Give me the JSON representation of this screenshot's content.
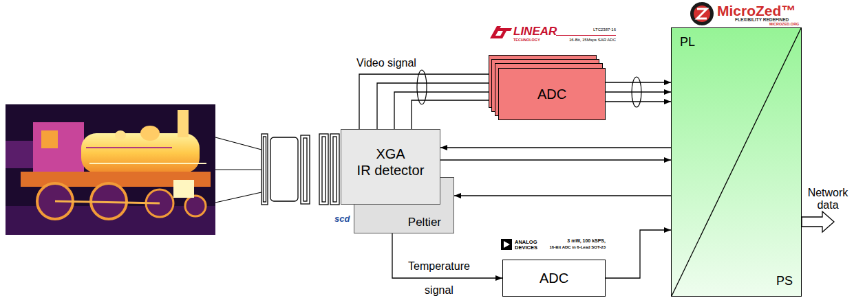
{
  "diagram": {
    "nodes": [
      {
        "text": [
          "XGA",
          "IR detector"
        ]
      },
      {
        "text": [
          "Peltier"
        ]
      },
      {
        "text": [
          "ADC"
        ]
      },
      {
        "text": [
          "ADC"
        ]
      },
      {
        "text": [
          "PL",
          "PS"
        ]
      }
    ],
    "edges": [
      {
        "from": 0,
        "to": 2,
        "arrow": "none",
        "label": "Video signal"
      },
      {
        "from": 0,
        "to": 2,
        "arrow": "none"
      },
      {
        "from": 0,
        "to": 2,
        "arrow": "none"
      },
      {
        "from": 0,
        "to": 2,
        "arrow": "none"
      },
      {
        "from": 2,
        "to": 4,
        "arrow": "to"
      },
      {
        "from": 2,
        "to": 4,
        "arrow": "to"
      },
      {
        "from": 2,
        "to": 4,
        "arrow": "to"
      },
      {
        "from": 4,
        "to": 0,
        "arrow": "to"
      },
      {
        "from": 0,
        "to": 4,
        "arrow": "to"
      },
      {
        "from": 4,
        "to": 1,
        "arrow": "to"
      },
      {
        "from": 1,
        "to": 3,
        "arrow": "to",
        "label": "Temperature signal"
      },
      {
        "from": 3,
        "to": 4,
        "arrow": "to"
      }
    ],
    "labels": [
      "LINEAR",
      "TECHNOLOGY",
      "LTC2387-16",
      "16-Bit, 15Msps SAR ADC",
      "MicroZed™",
      "FLEXIBILITY REDEFINED",
      "MICROZED.ORG",
      "scd",
      "ANALOG DEVICES",
      "3 mW, 100 kSPS,",
      "16-Bit ADC in 6-Lead SOT-23",
      "Network data"
    ]
  }
}
